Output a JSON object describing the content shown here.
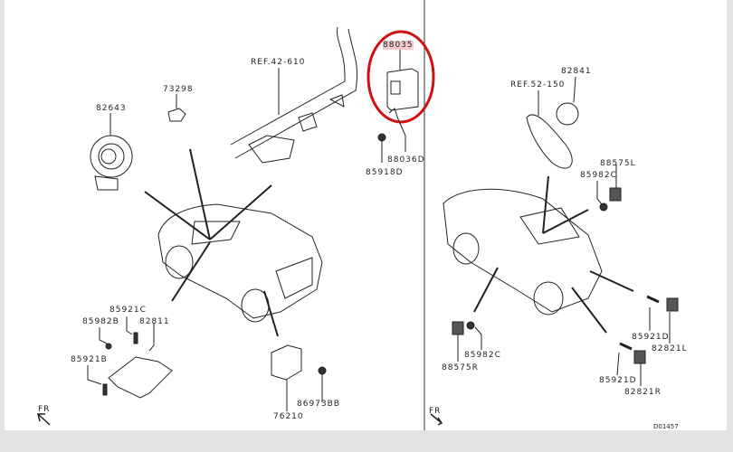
{
  "left_panel": {
    "labels": {
      "p88035": "88035",
      "ref42": "REF.42-610",
      "p73298": "73298",
      "p82643": "82643",
      "p88036D": "88036D",
      "p85918D": "85918D",
      "p85921C": "85921C",
      "p85982B": "85982B",
      "p82811": "82811",
      "p85921B": "85921B",
      "p86973BB": "86973BB",
      "p76210": "76210",
      "fr": "FR"
    }
  },
  "right_panel": {
    "labels": {
      "p82841": "82841",
      "ref52": "REF.52-150",
      "p88575L": "88575L",
      "p85982C_top": "85982C",
      "p85982C_bottom": "85982C",
      "p88575R": "88575R",
      "p85921D_top": "85921D",
      "p82821L": "82821L",
      "p85921D_bottom": "85921D",
      "p82821R": "82821R",
      "fr": "FR",
      "diagram_id": "D01457"
    }
  },
  "colors": {
    "highlight_circle": "#d01010",
    "highlight_label": "#f4c9cc"
  }
}
